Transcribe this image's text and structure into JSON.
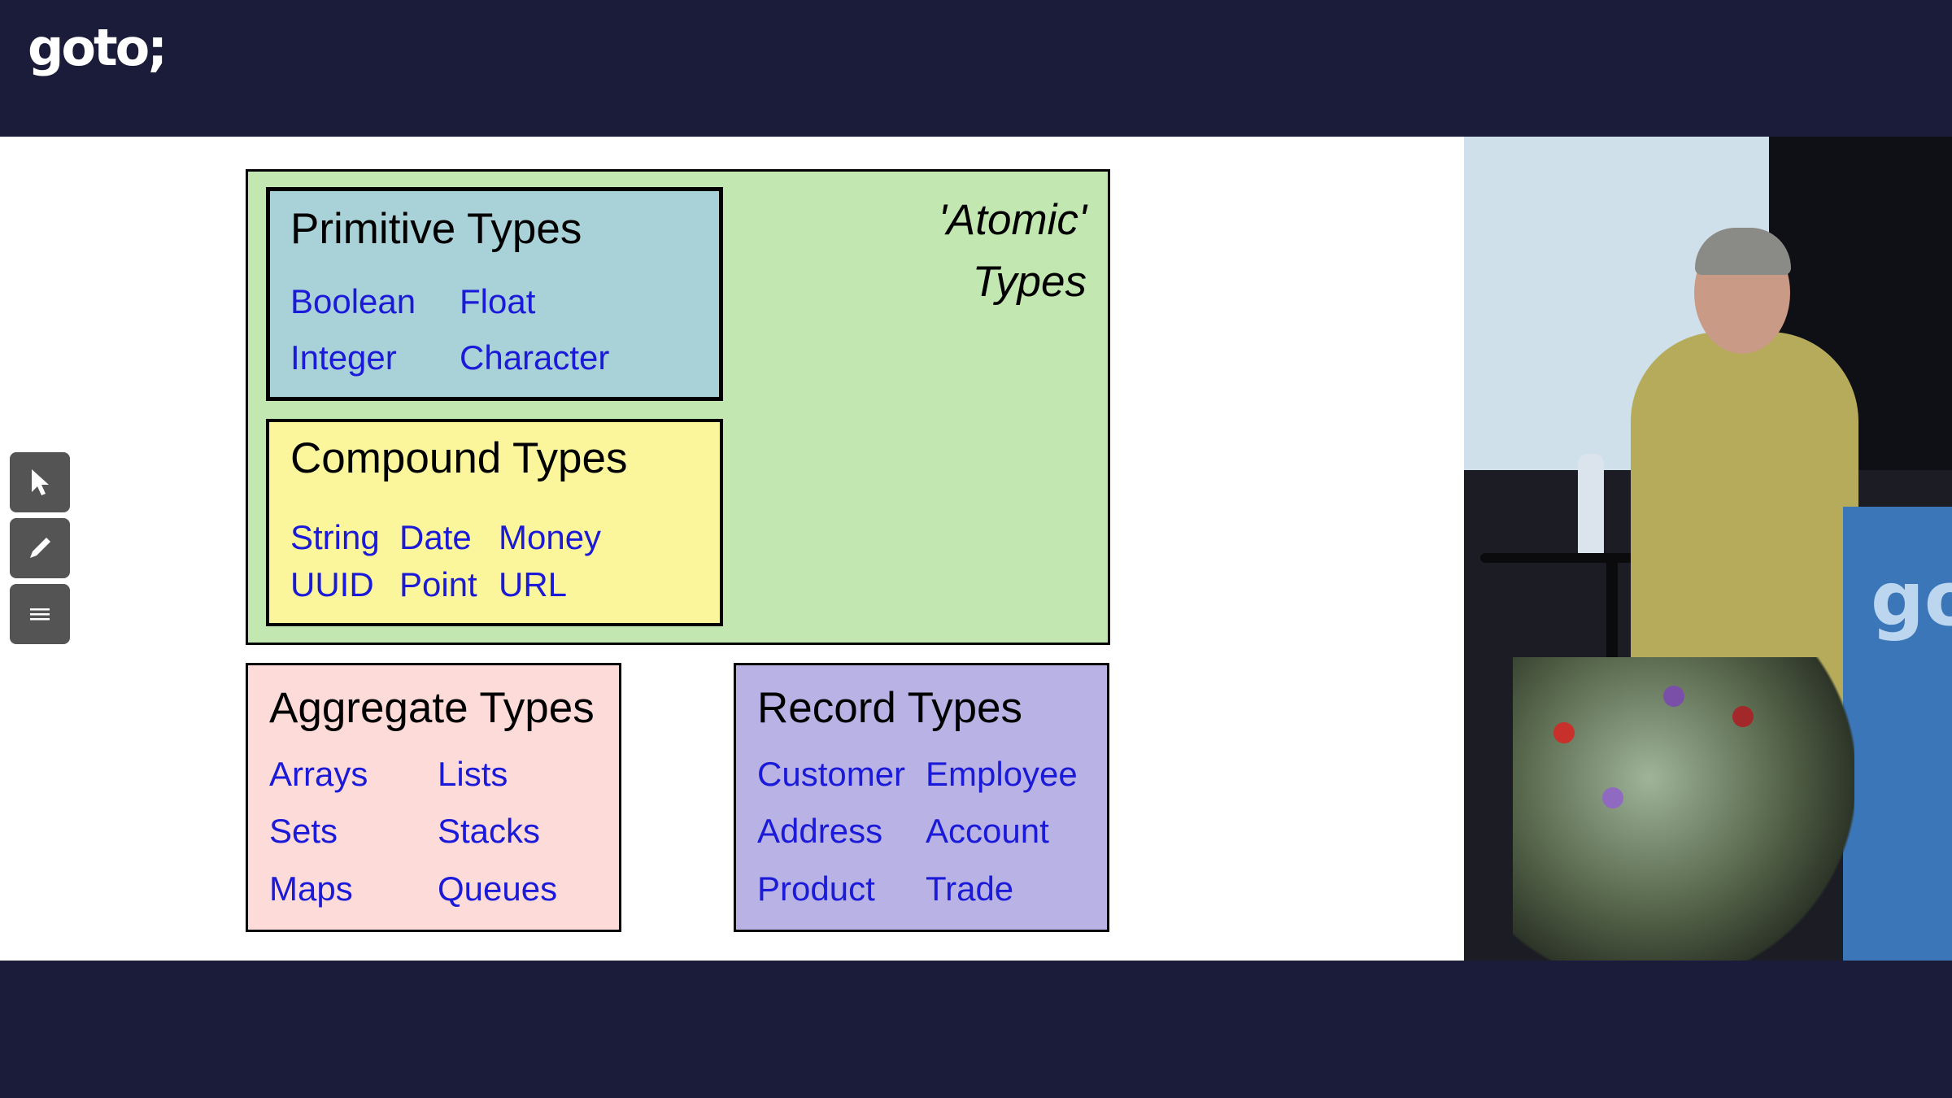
{
  "logo": "goto;",
  "slide": {
    "atomic_label": [
      "'Atomic'",
      "Types"
    ],
    "primitive": {
      "title": "Primitive Types",
      "items": [
        "Boolean",
        "Float",
        "Integer",
        "Character"
      ]
    },
    "compound": {
      "title": "Compound Types",
      "items": [
        "String",
        "Date",
        "Money",
        "UUID",
        "Point",
        "URL"
      ]
    },
    "aggregate": {
      "title": "Aggregate Types",
      "items": [
        "Arrays",
        "Lists",
        "Sets",
        "Stacks",
        "Maps",
        "Queues"
      ]
    },
    "record": {
      "title": "Record Types",
      "items": [
        "Customer",
        "Employee",
        "Address",
        "Account",
        "Product",
        "Trade"
      ]
    }
  },
  "toolbar": {
    "tools": [
      "pointer-icon",
      "pen-icon",
      "menu-icon"
    ]
  },
  "video": {
    "podium_logo": "go"
  },
  "colors": {
    "background": "#1b1c3a",
    "atomic": "#c3e7b0",
    "primitive": "#a9d1d8",
    "compound": "#fbf69b",
    "aggregate": "#fddbd8",
    "record": "#b9b3e5",
    "item_text": "#1a1ad8"
  }
}
